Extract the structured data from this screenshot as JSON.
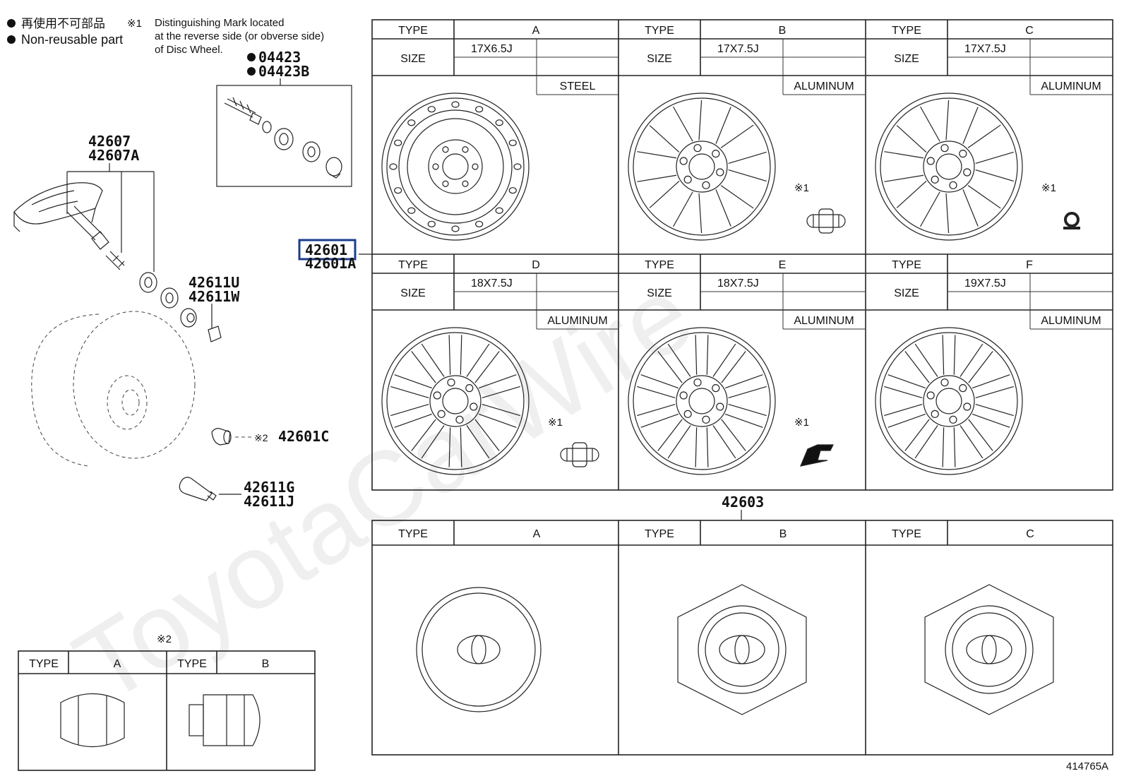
{
  "legend": {
    "jp_line": "再使用不可部品",
    "en_line": "Non-reusable part",
    "note_marker": "※1",
    "note_line1": "Distinguishing Mark located",
    "note_line2": "at the reverse side (or obverse side)",
    "note_line3": "of Disc Wheel."
  },
  "parts": {
    "p04423": "04423",
    "p04423b": "04423B",
    "p42607": "42607",
    "p42607a": "42607A",
    "p42611u": "42611U",
    "p42611w": "42611W",
    "p42601": "42601",
    "p42601a": "42601A",
    "p42601c_note": "※2",
    "p42601c": "42601C",
    "p42611g": "42611G",
    "p42611j": "42611J",
    "p42603": "42603"
  },
  "labels": {
    "type": "TYPE",
    "size": "SIZE",
    "mark_note": "※1",
    "nut_note": "※2"
  },
  "wheels": [
    {
      "type": "A",
      "size": "17X6.5J",
      "material": "STEEL"
    },
    {
      "type": "B",
      "size": "17X7.5J",
      "material": "ALUMINUM"
    },
    {
      "type": "C",
      "size": "17X7.5J",
      "material": "ALUMINUM"
    },
    {
      "type": "D",
      "size": "18X7.5J",
      "material": "ALUMINUM"
    },
    {
      "type": "E",
      "size": "18X7.5J",
      "material": "ALUMINUM"
    },
    {
      "type": "F",
      "size": "19X7.5J",
      "material": "ALUMINUM"
    }
  ],
  "caps": [
    {
      "type": "A"
    },
    {
      "type": "B"
    },
    {
      "type": "C"
    }
  ],
  "nuts": [
    {
      "type": "A"
    },
    {
      "type": "B"
    }
  ],
  "watermark": "ToyotaCarWire",
  "figure_id": "414765A"
}
